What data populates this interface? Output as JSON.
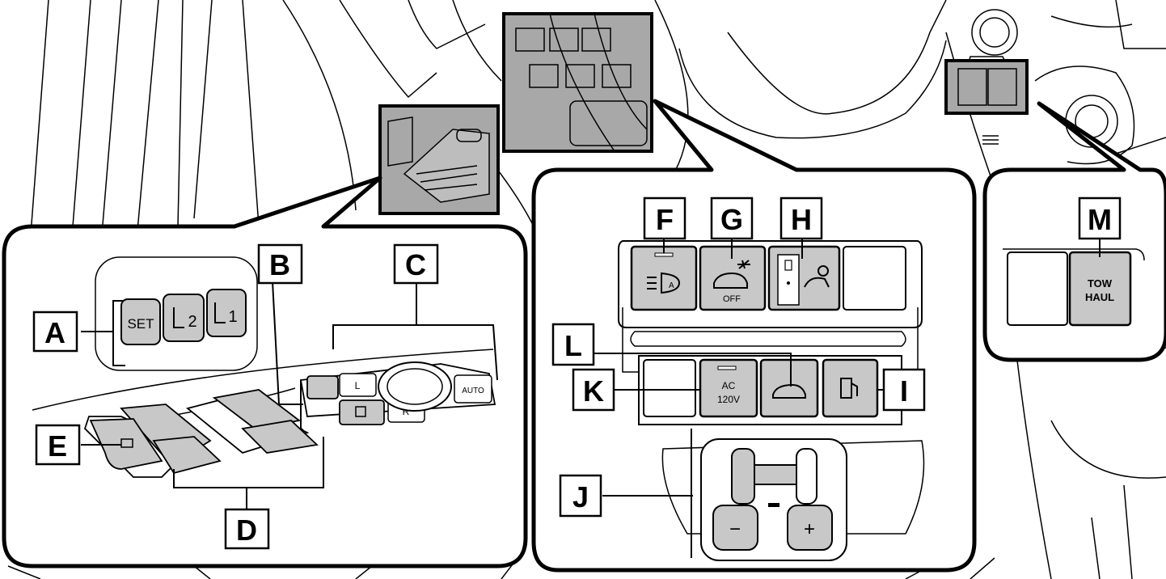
{
  "callouts": {
    "A": "A",
    "B": "B",
    "C": "C",
    "D": "D",
    "E": "E",
    "F": "F",
    "G": "G",
    "H": "H",
    "I": "I",
    "J": "J",
    "K": "K",
    "L": "L",
    "M": "M"
  },
  "memory_buttons": {
    "set": "SET",
    "m2": "2",
    "m1": "1"
  },
  "driver_door": {
    "auto": "AUTO",
    "left": "L",
    "right": "R"
  },
  "switch_panel": {
    "ac_line1": "AC",
    "ac_line2": "120V",
    "off": "OFF",
    "minus": "−",
    "plus": "+"
  },
  "tow_haul": {
    "line1": "TOW",
    "line2": "HAUL"
  },
  "colors": {
    "switch_fill": "#c8c8c8",
    "scene_fill": "#a8a8a8",
    "line": "#000000",
    "background": "#ffffff"
  },
  "icons": [
    "headlight-auto-icon",
    "vsc-off-icon",
    "crawl-control-icon",
    "rear-door-icon",
    "fuel-door-icon",
    "seat-memory-icon",
    "window-lock-icon"
  ]
}
